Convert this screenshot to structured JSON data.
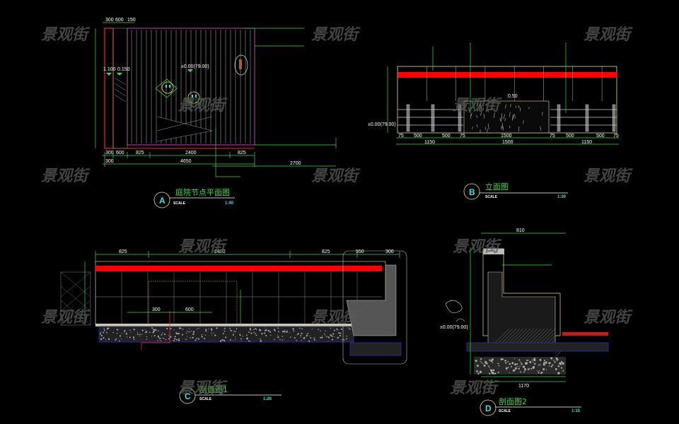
{
  "watermark": "景观街",
  "colors": {
    "background": "#000000",
    "dimension": "#3cdc3c",
    "wall_red": "#ff0000",
    "frame_yellow": "#e8e070",
    "outline_magenta": "#c040c0",
    "label_cyan": "#3fe0e0"
  },
  "panels": {
    "A": {
      "letter": "A",
      "title": "庭院节点平面图",
      "scale_label": "SCALE",
      "scale": "1:40",
      "dims_top": [
        "300",
        "600",
        "150"
      ],
      "dims_bottom_1": [
        "300",
        "600",
        "825",
        "2400",
        "825"
      ],
      "dims_bottom_2": [
        "300",
        "4650"
      ],
      "dims_right": "2700",
      "level": "±0.00(79.00)",
      "levels_small": [
        "1.100",
        "0.150"
      ]
    },
    "B": {
      "letter": "B",
      "title": "立面图",
      "scale_label": "SCALE",
      "scale": "1:30",
      "dims_1": [
        "75",
        "500",
        "500",
        "75",
        "1500",
        "75",
        "500",
        "500",
        "75"
      ],
      "dims_2": [
        "1150",
        "1500",
        "1150"
      ],
      "level": "±0.00(79.00)",
      "level_top": "0.50"
    },
    "C": {
      "letter": "C",
      "title": "剖面图1",
      "scale_label": "SCALE",
      "scale": "1:20",
      "dims_top": [
        "825",
        "2400",
        "825",
        "550",
        "300"
      ],
      "dims_inner": [
        "300",
        "600"
      ]
    },
    "D": {
      "letter": "D",
      "title": "剖面图2",
      "scale_label": "SCALE",
      "scale": "1:15",
      "dims_bottom": [
        "1170"
      ],
      "dims_top": [
        "810"
      ],
      "level": "±0.00(79.00)"
    }
  }
}
